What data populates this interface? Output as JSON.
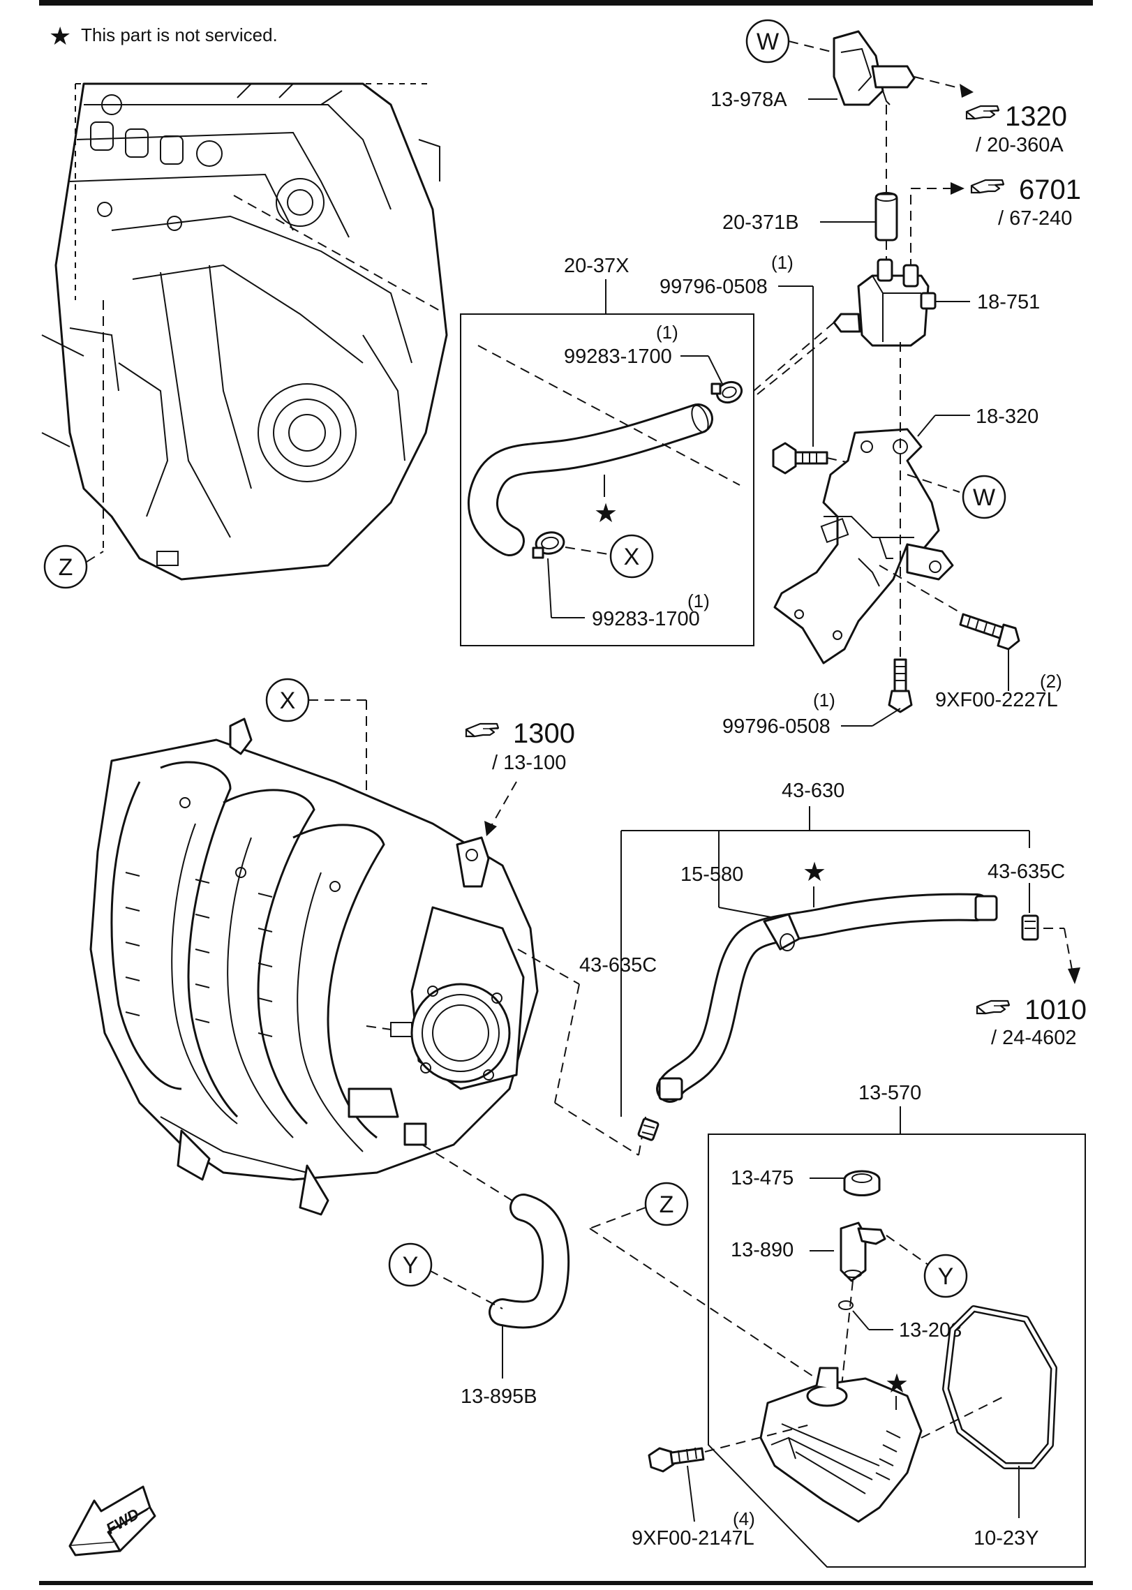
{
  "note": {
    "star": "★",
    "text": "This part is not serviced."
  },
  "circle_labels": {
    "w_top": "W",
    "w_mid": "W",
    "x_hose": "X",
    "x_manifold": "X",
    "y_cover": "Y",
    "y_hose": "Y",
    "z_engine": "Z",
    "z_mid": "Z"
  },
  "stars": {
    "hose": "★",
    "pcv_hose": "★",
    "cover": "★"
  },
  "parts": {
    "p13_978A": "13-978A",
    "p20_371B": "20-371B",
    "p18_751": "18-751",
    "p20_37X": "20-37X",
    "p99796_0508_top": "99796-0508",
    "p99796_0508_top_qty": "(1)",
    "p99283_1700_top": "99283-1700",
    "p99283_1700_top_qty": "(1)",
    "p99283_1700_bottom": "99283-1700",
    "p99283_1700_bottom_qty": "(1)",
    "p18_320": "18-320",
    "p9XF00_2227L": "9XF00-2227L",
    "p9XF00_2227L_qty": "(2)",
    "p99796_0508_bottom": "99796-0508",
    "p99796_0508_bottom_qty": "(1)",
    "p43_630": "43-630",
    "p15_580": "15-580",
    "p43_635C_right": "43-635C",
    "p43_635C_left": "43-635C",
    "p13_570": "13-570",
    "p13_475": "13-475",
    "p13_890": "13-890",
    "p13_203": "13-203",
    "p13_895B": "13-895B",
    "p9XF00_2147L": "9XF00-2147L",
    "p9XF00_2147L_qty": "(4)",
    "p10_23Y": "10-23Y"
  },
  "references": {
    "r1320": {
      "fig": "1320",
      "sub": "/ 20-360A"
    },
    "r6701": {
      "fig": "6701",
      "sub": "/ 67-240"
    },
    "r1300": {
      "fig": "1300",
      "sub": "/ 13-100"
    },
    "r1010": {
      "fig": "1010",
      "sub": "/ 24-4602"
    }
  },
  "fwd": "FWD",
  "icons": [
    "hand-pointer-icon",
    "star-icon",
    "fwd-arrow-icon"
  ]
}
